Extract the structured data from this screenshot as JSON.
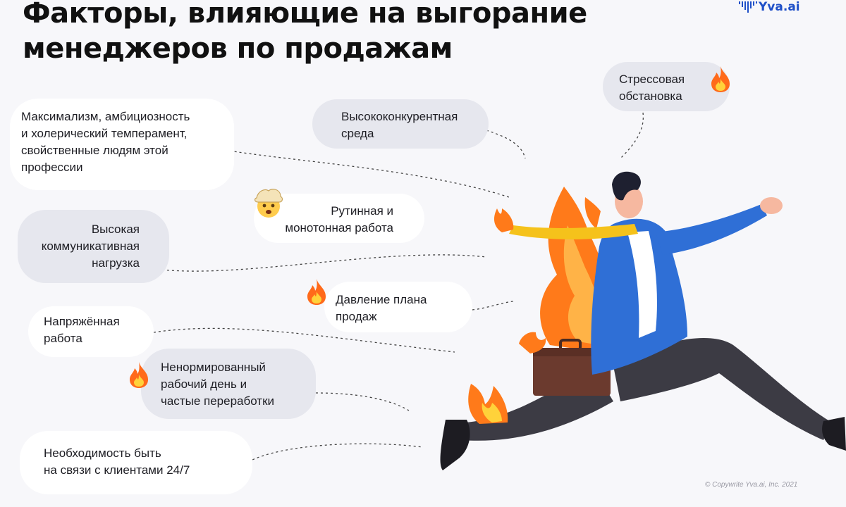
{
  "header": {
    "title_line1": "Факторы, влияющие на выгорание",
    "title_line2": "менеджеров по продажам"
  },
  "brand": {
    "logo_text": "Yva.ai",
    "accent_color": "#1e4fc8"
  },
  "factors": {
    "maximalism": [
      "Максимализм, амбициозность",
      "и холерический темперамент,",
      "свойственные людям этой",
      "профессии"
    ],
    "competition": [
      "Высококонкурентная",
      "среда"
    ],
    "stress": [
      "Стрессовая",
      "обстановка"
    ],
    "routine": [
      "Рутинная и",
      "монотонная работа"
    ],
    "communication": [
      "Высокая",
      "коммуникативная",
      "нагрузка"
    ],
    "plan_pressure": [
      "Давление плана",
      "продаж"
    ],
    "tension": [
      "Напряжённая",
      "работа"
    ],
    "overtime": [
      "Ненормированный",
      "рабочий день и",
      "частые переработки"
    ],
    "always_on": [
      "Необходимость быть",
      "на связи с клиентами 24/7"
    ]
  },
  "icons": {
    "stress": "fire-icon",
    "plan_pressure": "fire-icon",
    "overtime": "fire-icon",
    "routine": "exploding-head-icon"
  },
  "footer": {
    "copyright": "© Copywrite Yva.ai, Inc. 2021"
  },
  "colors": {
    "background": "#f7f7fa",
    "bubble": "#e6e7ee",
    "jacket": "#2f6fd6",
    "fire": "#ff7a1a",
    "tie": "#f5c21b"
  }
}
